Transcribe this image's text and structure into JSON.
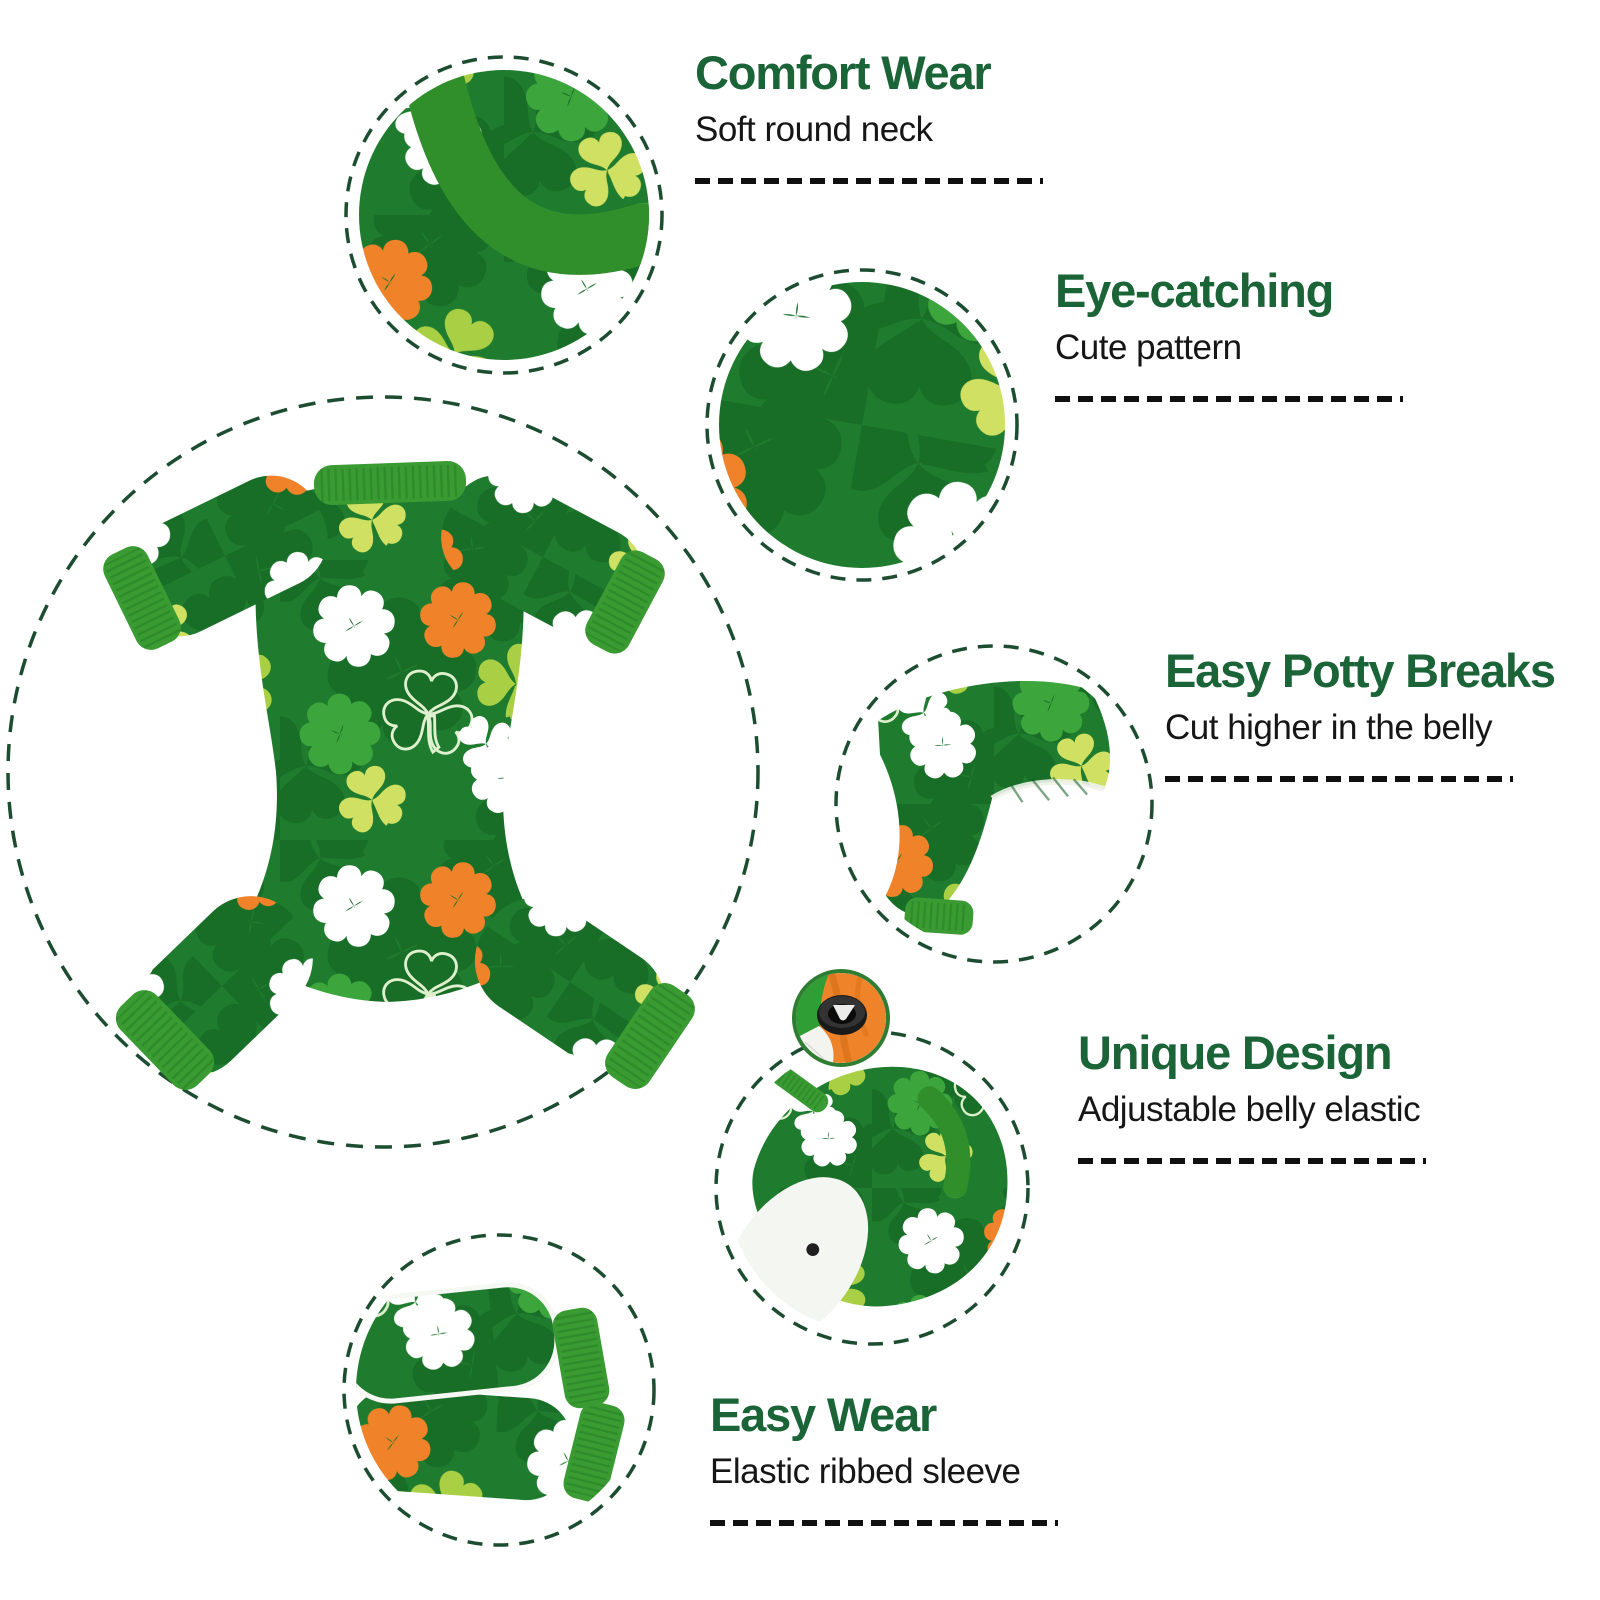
{
  "page": {
    "kind": "product-feature-infographic",
    "background": "#ffffff"
  },
  "features": [
    {
      "id": "comfort-wear",
      "title": "Comfort Wear",
      "subtitle": "Soft round neck"
    },
    {
      "id": "eye-catching",
      "title": "Eye-catching",
      "subtitle": "Cute pattern"
    },
    {
      "id": "easy-potty-breaks",
      "title": "Easy Potty Breaks",
      "subtitle": "Cut higher in the belly"
    },
    {
      "id": "unique-design",
      "title": "Unique Design",
      "subtitle": "Adjustable belly elastic"
    },
    {
      "id": "easy-wear",
      "title": "Easy Wear",
      "subtitle": "Elastic ribbed sleeve"
    }
  ],
  "photos": [
    {
      "id": "neck-detail-photo",
      "subject": "round neck collar close-up"
    },
    {
      "id": "pattern-closeup-photo",
      "subject": "clover fabric pattern close-up"
    },
    {
      "id": "full-pajama-photo",
      "subject": "dog pajama jumpsuit back view"
    },
    {
      "id": "belly-cut-photo",
      "subject": "higher belly cut leg close-up"
    },
    {
      "id": "elastic-grommet-photo",
      "subject": "belly elastic adjuster grommet close-up"
    },
    {
      "id": "belly-elastic-photo",
      "subject": "garment belly side with elastic"
    },
    {
      "id": "sleeves-photo",
      "subject": "two ribbed sleeves stacked"
    }
  ],
  "colors": {
    "heading_green": "#1b6438",
    "body_text": "#161616",
    "separator_dash": "#101010",
    "ring_green": "#1d4d30",
    "collar_green": "#3a9b33",
    "fabric_green": "#1f7c2e",
    "fabric_dark_green": "#186e27",
    "clover_mid_green": "#3ca53c",
    "clover_light_green": "#a9cf45",
    "clover_yellow_green": "#cfe063",
    "clover_white": "#ffffff",
    "clover_orange": "#f0832a"
  }
}
